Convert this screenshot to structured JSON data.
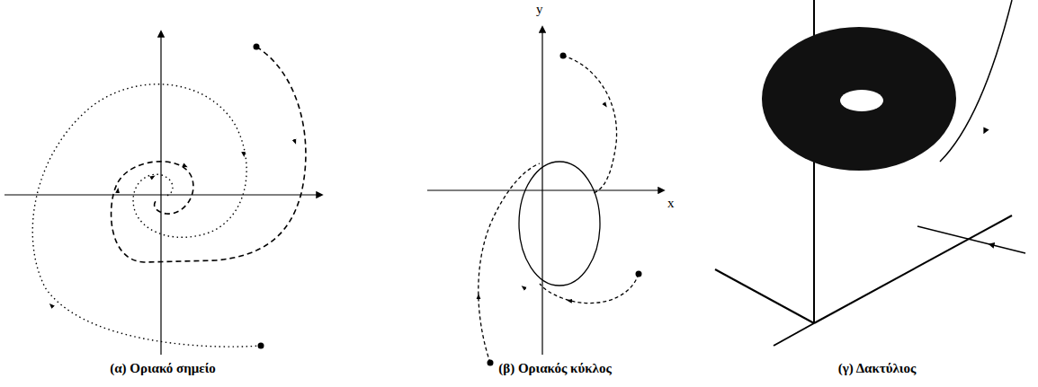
{
  "diagram": {
    "labels": [
      "(α) Οριακό σημείο",
      "y",
      "x",
      "(β) Οριακός κύκλος",
      "(γ) Δακτύλιος"
    ]
  }
}
